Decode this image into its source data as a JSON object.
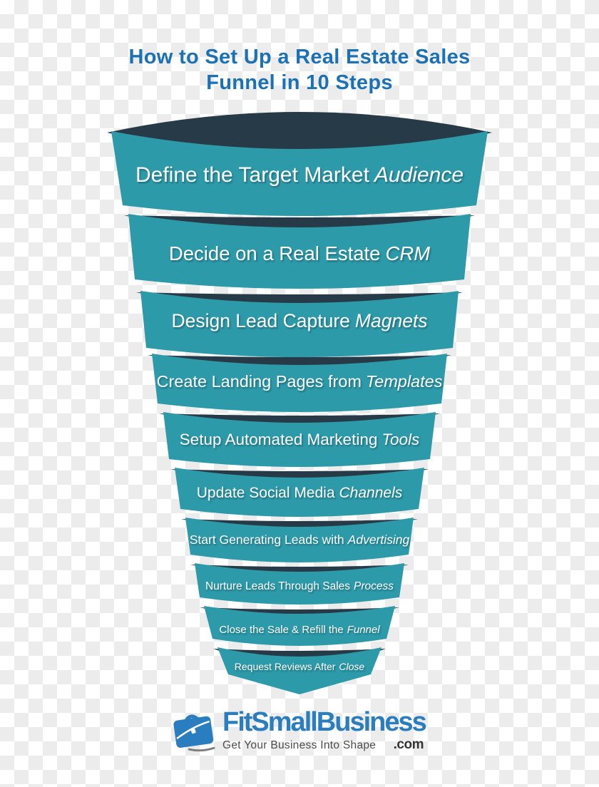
{
  "title": {
    "line1": "How to Set Up a Real Estate Sales",
    "line2": "Funnel in 10 Steps"
  },
  "funnel": {
    "steps": [
      {
        "text": "Define the Target Market",
        "emphasis": "Audience"
      },
      {
        "text": "Decide on a Real Estate",
        "emphasis": "CRM"
      },
      {
        "text": "Design Lead Capture",
        "emphasis": "Magnets"
      },
      {
        "text": "Create Landing Pages from",
        "emphasis": "Templates"
      },
      {
        "text": "Setup Automated Marketing",
        "emphasis": "Tools"
      },
      {
        "text": "Update Social Media",
        "emphasis": "Channels"
      },
      {
        "text": "Start Generating Leads with",
        "emphasis": "Advertising"
      },
      {
        "text": "Nurture Leads Through Sales",
        "emphasis": "Process"
      },
      {
        "text": "Close the Sale & Refill the",
        "emphasis": "Funnel"
      },
      {
        "text": "Request Reviews After",
        "emphasis": "Close"
      }
    ]
  },
  "colors": {
    "band_teal": "#2d9aa9",
    "rim_navy": "#273a47",
    "title_blue": "#1b71b5",
    "logo_blue": "#2a7ec0",
    "checker_gray": "#ececec"
  },
  "logo": {
    "icon": "briefcase-icon",
    "wordmark": "FitSmallBusiness",
    "tld": ".com",
    "tagline": "Get Your Business Into Shape"
  }
}
